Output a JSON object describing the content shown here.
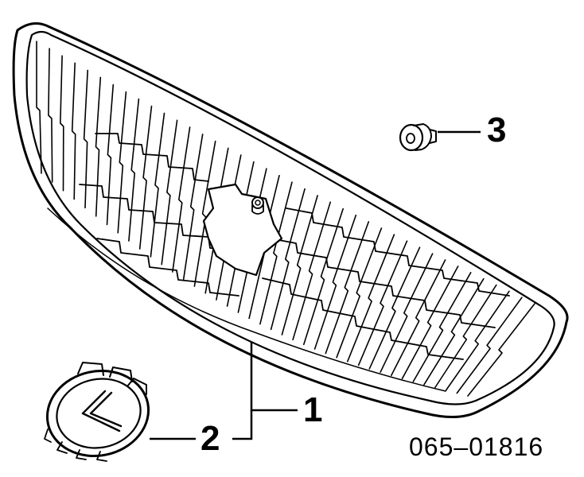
{
  "callouts": {
    "grille": "1",
    "emblem": "2",
    "clip": "3"
  },
  "diagram_number": "065–01816",
  "colors": {
    "line": "#000000",
    "background": "#ffffff"
  }
}
